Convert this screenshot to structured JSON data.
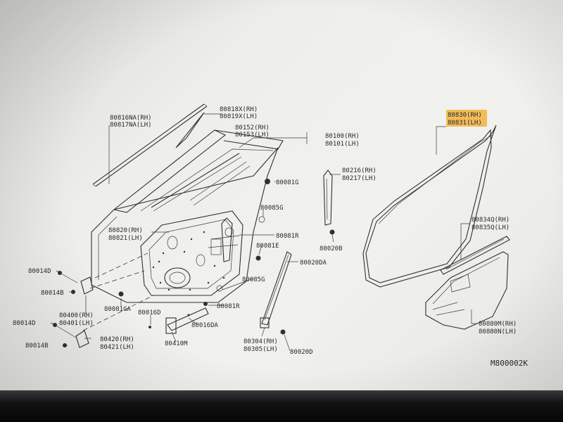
{
  "diagram": {
    "labels": {
      "l80816": "80816NA(RH)",
      "l80817": "80817NA(LH)",
      "l80818": "80818X(RH)",
      "l80819": "80819X(LH)",
      "l80152": "80152(RH)",
      "l80153": "80153(LH)",
      "l80100": "80100(RH)",
      "l80101": "80101(LH)",
      "l80830": "80830(RH)",
      "l80831": "80831(LH)",
      "l80081g": "80081G",
      "l80216": "80216(RH)",
      "l80217": "80217(LH)",
      "l80085g_top": "80085G",
      "l80820": "80820(RH)",
      "l80821": "80821(LH)",
      "l80081r_top": "80081R",
      "l80081e": "80081E",
      "l80020b": "80020B",
      "l80834": "80834Q(RH)",
      "l80835": "80835Q(LH)",
      "l80014d_1": "80014D",
      "l80014b_1": "80014B",
      "l80085g_bot": "80085G",
      "l80020da": "80020DA",
      "l80081ga": "80081GA",
      "l80400": "80400(RH)",
      "l80401": "80401(LH)",
      "l80016d": "80016D",
      "l80081r_bot": "80081R",
      "l80014d_2": "80014D",
      "l80016da": "80016DA",
      "l80420": "80420(RH)",
      "l80421": "80421(LH)",
      "l80014b_2": "80014B",
      "l80410m": "80410M",
      "l80304": "80304(RH)",
      "l80305": "80305(LH)",
      "l80020d": "80020D",
      "l80880": "80880M(RH)",
      "l80880n": "80880N(LH)",
      "drawing_code": "M800002K"
    }
  }
}
